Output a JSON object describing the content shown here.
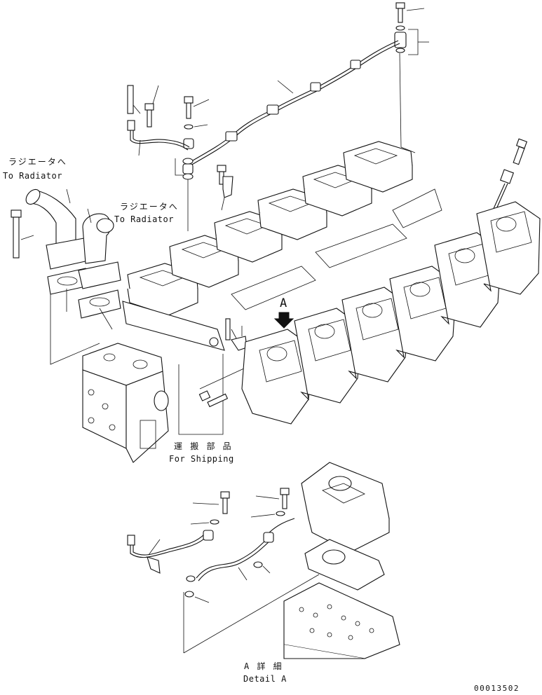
{
  "labels": {
    "radiator_left_jp": "ラジエータへ",
    "radiator_left_en": "To Radiator",
    "radiator_right_jp": "ラジエータへ",
    "radiator_right_en": "To Radiator",
    "marker_a": "A",
    "shipping_jp": "運 搬 部 品",
    "shipping_en": "For Shipping",
    "detail_jp": "A 詳 細",
    "detail_en": "Detail A",
    "drawing_number": "00013502"
  },
  "icons": {
    "view_arrow": "arrow-down-icon"
  },
  "colors": {
    "line": "#111111",
    "background": "#ffffff"
  }
}
